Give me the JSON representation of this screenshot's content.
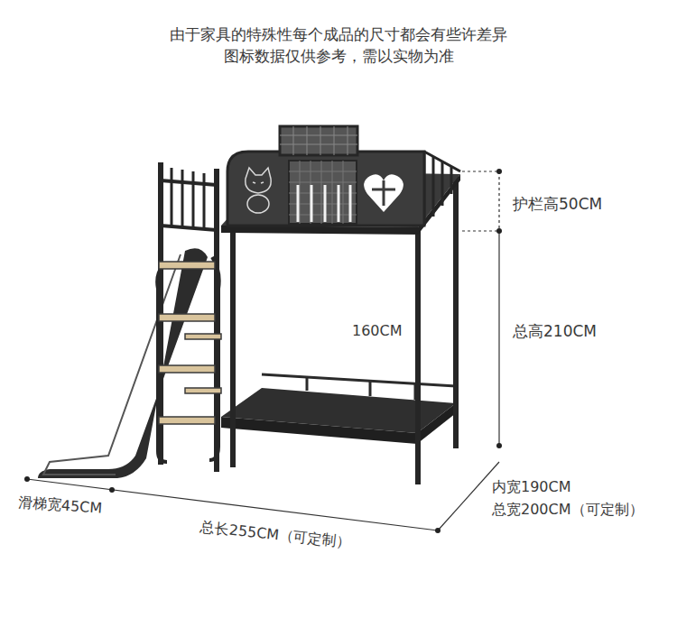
{
  "diagram": {
    "labels": [
      "由于家具的特殊性每个成品的尺寸都会有些许差异",
      "图标数据仅供参考，需以实物为准",
      "护栏高50CM",
      "160CM",
      "总高210CM",
      "内宽190CM",
      "总宽200CM（可定制）",
      "滑梯宽45CM",
      "总长255CM（可定制）"
    ]
  }
}
